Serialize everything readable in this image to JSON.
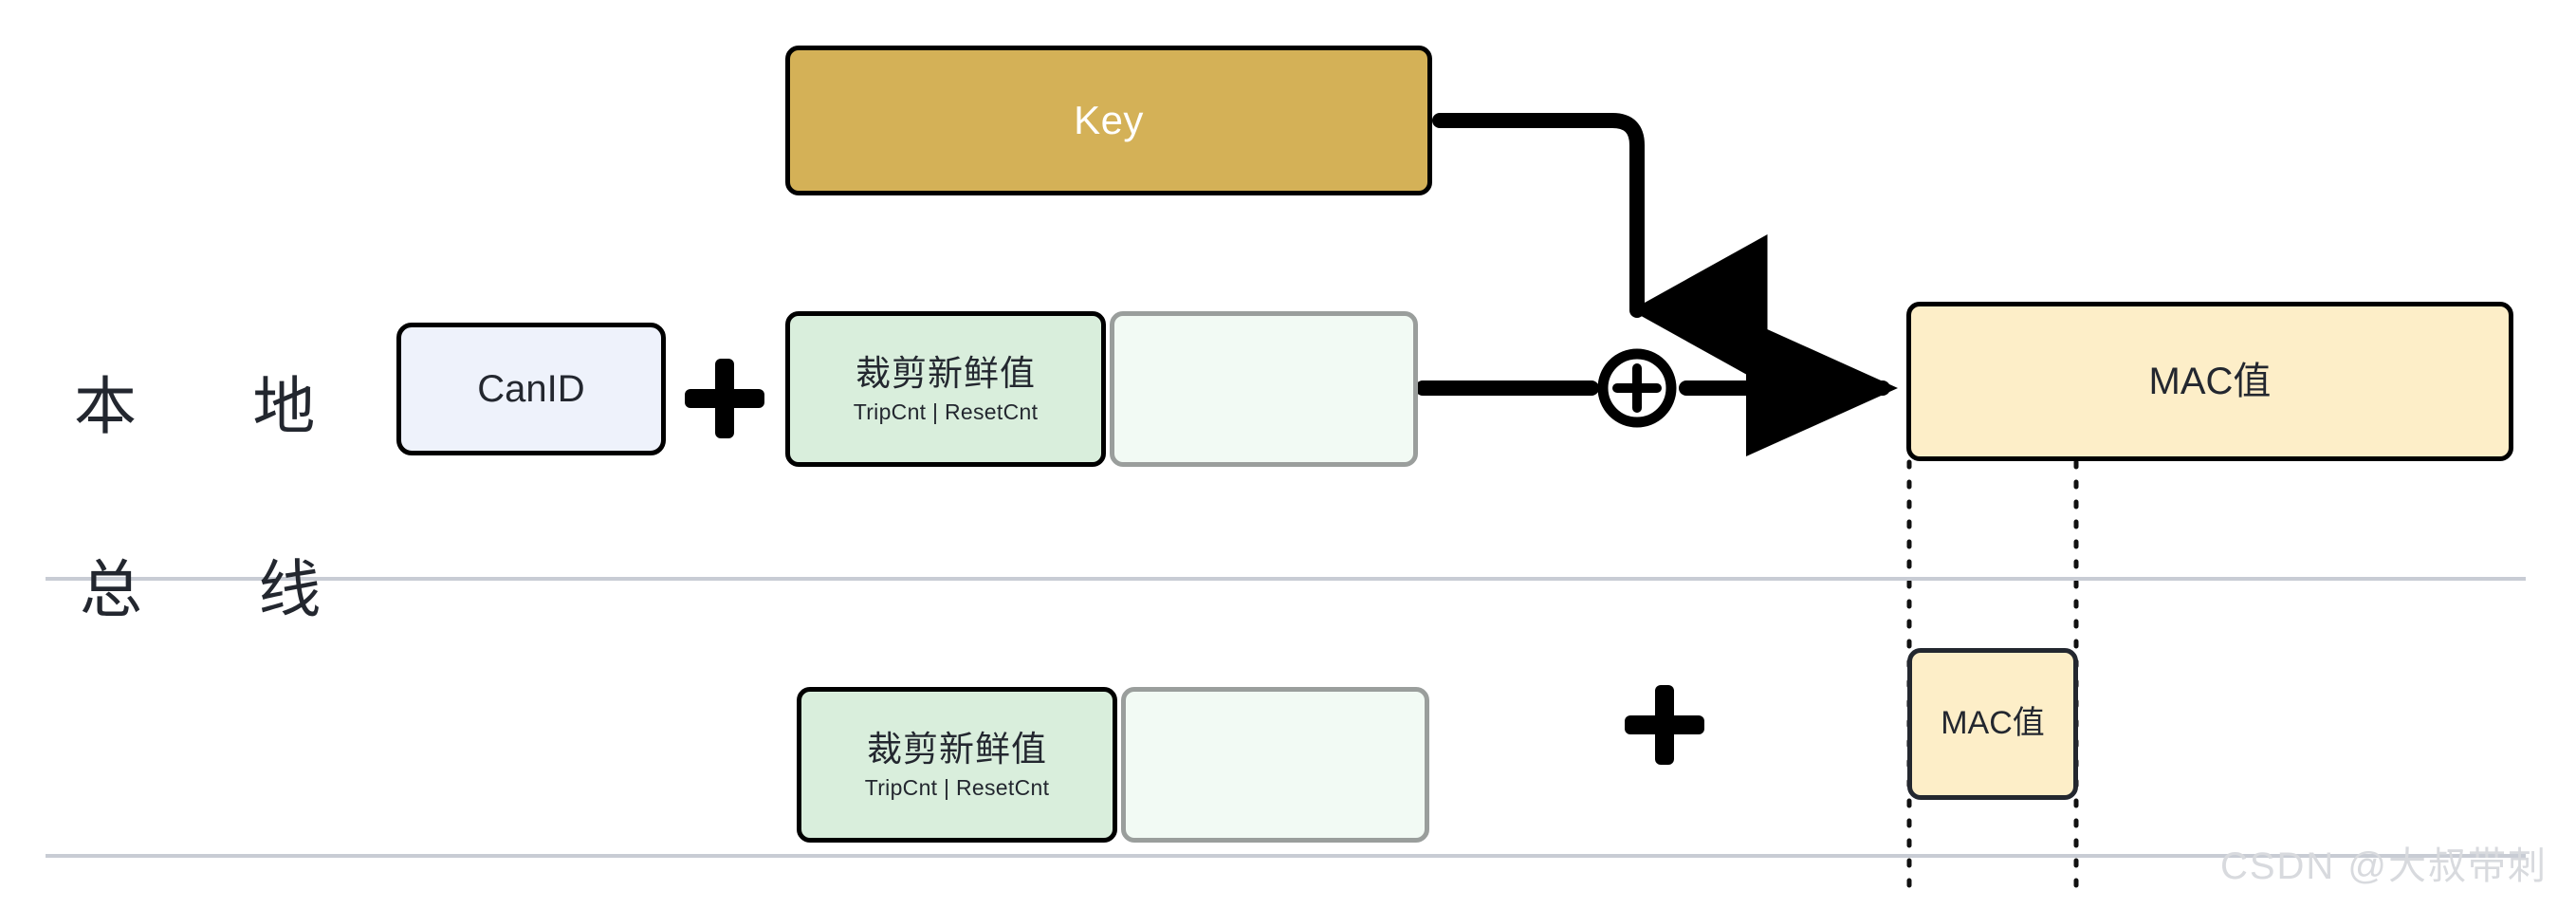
{
  "diagram": {
    "title_key_block": "Key",
    "rows": [
      {
        "id": "local",
        "label": "本 地"
      },
      {
        "id": "bus",
        "label": "总 线"
      }
    ],
    "local_row": {
      "canid_label": "CanID",
      "plus_symbol": "+",
      "fresh_title": "裁剪新鲜值",
      "fresh_sub": "TripCnt | ResetCnt",
      "xor_symbol": "+",
      "mac_label": "MAC值"
    },
    "bus_row": {
      "fresh_title": "裁剪新鲜值",
      "fresh_sub": "TripCnt | ResetCnt",
      "plus_symbol": "+",
      "mac_label": "MAC值"
    },
    "watermark": "CSDN @大叔带刺"
  },
  "colors": {
    "key_fill": "#d4b157",
    "key_text": "#ffffff",
    "canid_fill": "#eef2fb",
    "fresh_fill": "#d9eedc",
    "fresh_pad_fill": "#f2faf4",
    "fresh_pad_border": "#9a9e9c",
    "mac_fill": "#fdeec8",
    "stroke": "#000000",
    "text": "#23272f",
    "divider": "#c8ccd4",
    "watermark": "#d8dade"
  }
}
